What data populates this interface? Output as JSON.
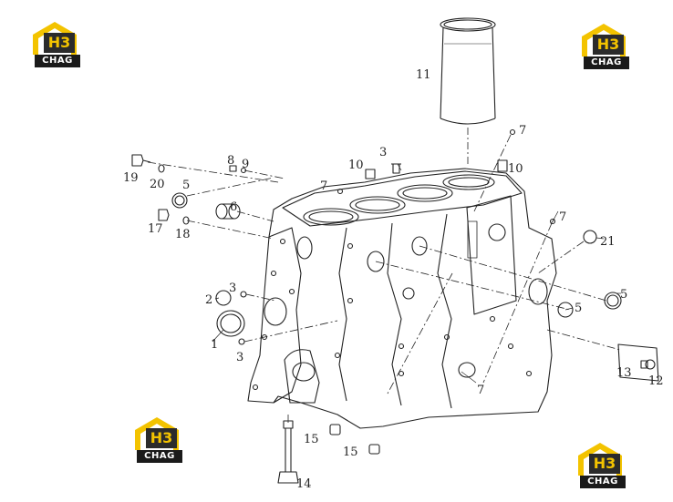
{
  "logo": {
    "mark": "H3",
    "tag": "CHAG",
    "accent": "#f3c300",
    "dark": "#1a1a1a"
  },
  "callouts": {
    "c1": "1",
    "c2": "2",
    "c3a": "3",
    "c3b": "3",
    "c3c": "3",
    "c5a": "5",
    "c5b": "5",
    "c5c": "5",
    "c6": "6",
    "c7a": "7",
    "c7b": "7",
    "c7c": "7",
    "c7d": "7",
    "c8": "8",
    "c9": "9",
    "c10a": "10",
    "c10b": "10",
    "c11": "11",
    "c12": "12",
    "c13": "13",
    "c14": "14",
    "c15a": "15",
    "c15b": "15",
    "c17": "17",
    "c18": "18",
    "c19": "19",
    "c20": "20",
    "c21": "21"
  }
}
